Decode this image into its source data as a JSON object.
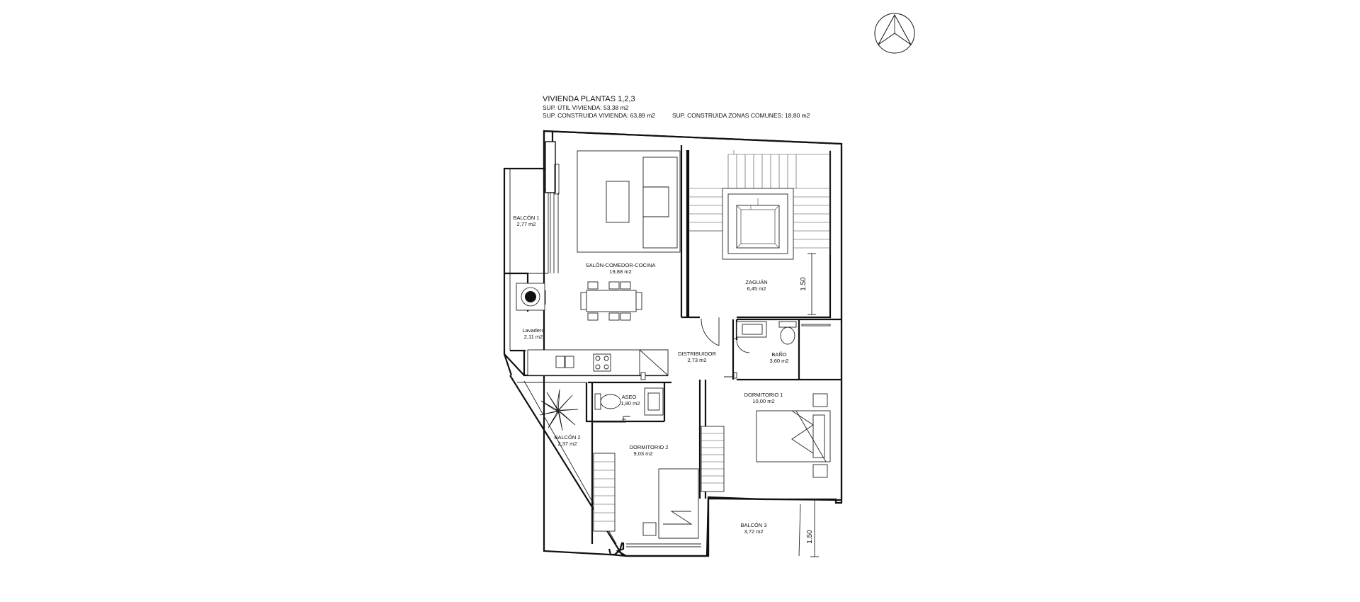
{
  "header": {
    "title": "VIVIENDA PLANTAS 1,2,3",
    "useful_area": "SUP. ÚTIL VIVIENDA: 53,38 m2",
    "built_area": "SUP. CONSTRUIDA VIVIENDA: 63,89 m2",
    "common_area": "SUP. CONSTRUIDA ZONAS COMUNES: 18,80 m2"
  },
  "rooms": {
    "balcon1": {
      "name": "BALCÓN 1",
      "area": "2,77 m2"
    },
    "salon": {
      "name": "SALÓN-COMEDOR-COCINA",
      "area": "19,88 m2"
    },
    "zaguan": {
      "name": "ZAGUÁN",
      "area": "6,45 m2"
    },
    "lavadero": {
      "name": "Lavadero",
      "area": "2,11 m2"
    },
    "distribuidor": {
      "name": "DISTRIBUIDOR",
      "area": "2,73 m2"
    },
    "bano": {
      "name": "BAÑO",
      "area": "3,60 m2"
    },
    "aseo": {
      "name": "ASEO",
      "area": "1,80 m2"
    },
    "dormitorio1": {
      "name": "DORMITORIO 1",
      "area": "10,00 m2"
    },
    "balcon2": {
      "name": "BALCÓN 2",
      "area": "2,37 m2"
    },
    "dormitorio2": {
      "name": "DORMITORIO 2",
      "area": "9,03 m2"
    },
    "balcon3": {
      "name": "BALCÓN 3",
      "area": "3,72 m2"
    }
  },
  "dimensions": {
    "zaguan_width": "1.50",
    "balcon3_width": "1.50"
  },
  "north_arrow": {
    "icon": "north-arrow-icon"
  }
}
